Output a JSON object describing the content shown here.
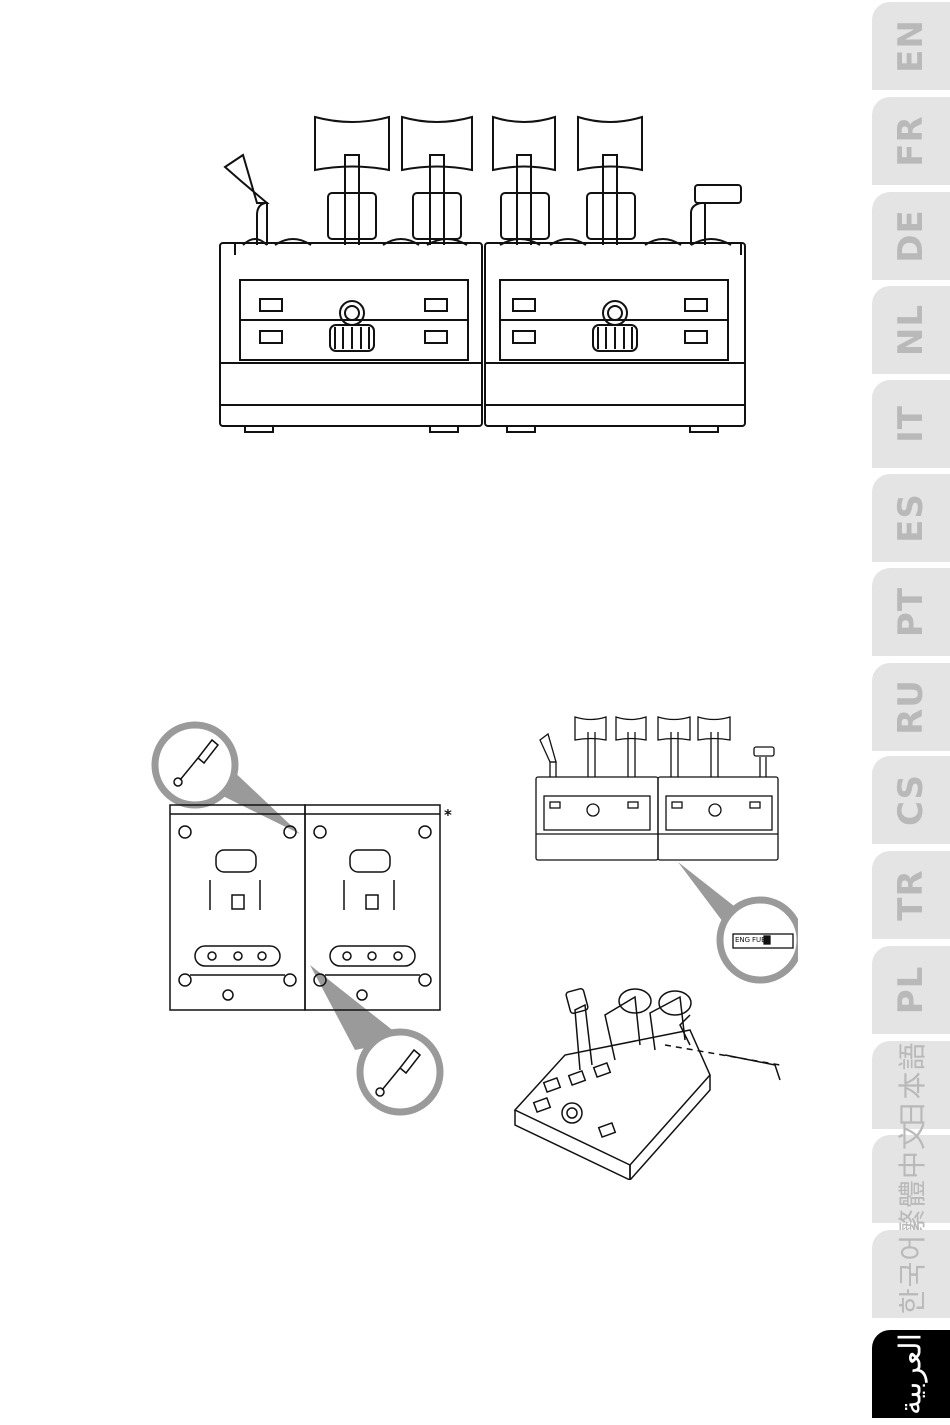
{
  "language_tabs": [
    {
      "code": "EN",
      "active": false
    },
    {
      "code": "FR",
      "active": false
    },
    {
      "code": "DE",
      "active": false
    },
    {
      "code": "NL",
      "active": false
    },
    {
      "code": "IT",
      "active": false
    },
    {
      "code": "ES",
      "active": false
    },
    {
      "code": "PT",
      "active": false
    },
    {
      "code": "RU",
      "active": false
    },
    {
      "code": "CS",
      "active": false
    },
    {
      "code": "TR",
      "active": false
    },
    {
      "code": "PL",
      "active": false
    },
    {
      "code": "日本語",
      "active": false
    },
    {
      "code": "繁體中文",
      "active": false
    },
    {
      "code": "한국어",
      "active": false
    },
    {
      "code": "العربية",
      "active": true
    }
  ],
  "colors": {
    "tab_inactive": "#e4e4e4",
    "tab_inactive_text": "#b9b9b9",
    "tab_active": "#000000",
    "tab_active_text": "#ffffff",
    "line_art": "#111111",
    "magnifier": "#9a9a9a"
  },
  "figures": {
    "mounting_plates": {
      "asterisk": "*"
    },
    "switch_callout": {
      "labels": [
        "ENG",
        "FUEL"
      ]
    }
  }
}
